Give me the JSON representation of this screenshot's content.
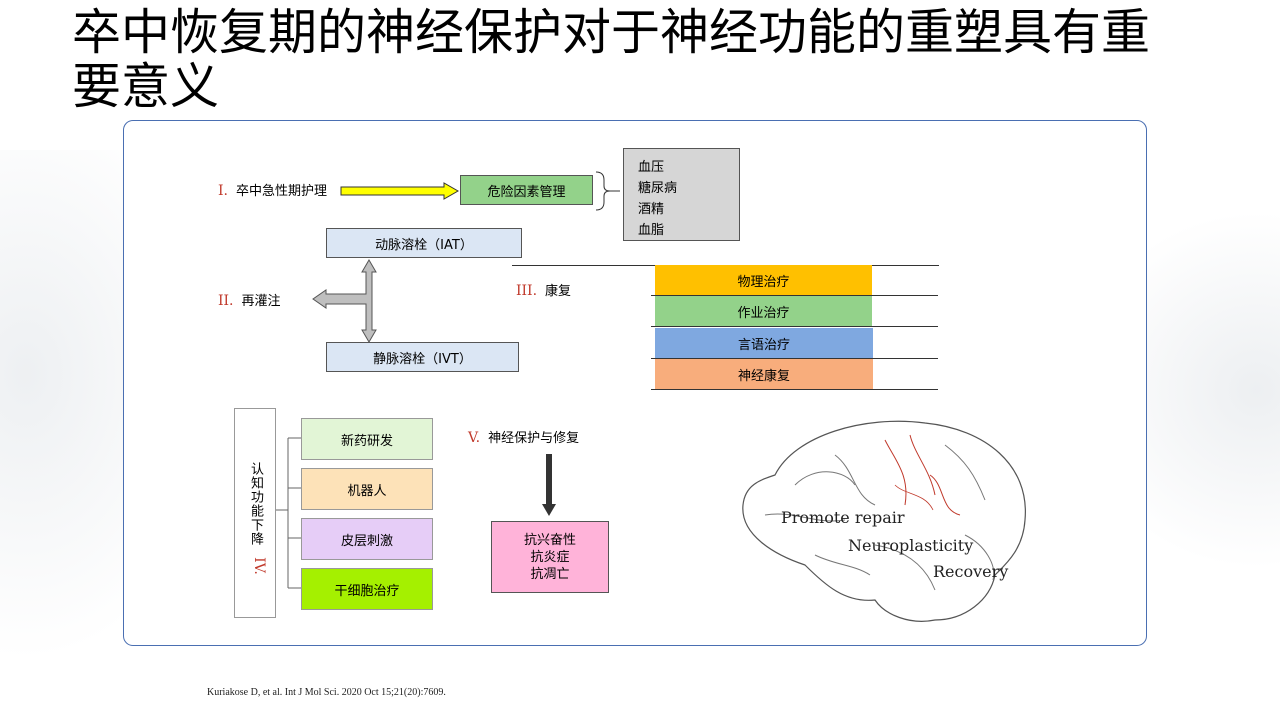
{
  "slide": {
    "title": "卒中恢复期的神经保护对于神经功能的重塑具有重要意义",
    "citation": "Kuriakose D, et al. Int J Mol Sci. 2020 Oct 15;21(20):7609."
  },
  "section1": {
    "roman": "I.",
    "label": "卒中急性期护理",
    "target": "危险因素管理",
    "target_color": "#93d28a",
    "risk_factors": [
      "血压",
      "糖尿病",
      "酒精",
      "血脂"
    ]
  },
  "section2": {
    "roman": "II.",
    "label": "再灌注",
    "top_box": "动脉溶栓（IAT）",
    "bottom_box": "静脉溶栓（IVT）",
    "box_color": "#dbe6f4"
  },
  "section3": {
    "roman": "III.",
    "label": "康复",
    "therapies": [
      {
        "label": "物理治疗",
        "color": "#ffc000"
      },
      {
        "label": "作业治疗",
        "color": "#93d28a"
      },
      {
        "label": "言语治疗",
        "color": "#7fa8e0"
      },
      {
        "label": "神经康复",
        "color": "#f8ad7c"
      }
    ]
  },
  "section4": {
    "roman": "IV.",
    "label": "认知功能下降",
    "items": [
      {
        "label": "新药研发",
        "color": "#e2f5d6"
      },
      {
        "label": "机器人",
        "color": "#fde2b8"
      },
      {
        "label": "皮层刺激",
        "color": "#e6cdf7"
      },
      {
        "label": "干细胞治疗",
        "color": "#a5f000"
      }
    ]
  },
  "section5": {
    "roman": "V.",
    "label": "神经保护与修复",
    "result_lines": [
      "抗兴奋性",
      "抗炎症",
      "抗凋亡"
    ],
    "result_color": "#ffb3d9"
  },
  "brain": {
    "labels": [
      "Promote repair",
      "Neuroplasticity",
      "Recovery"
    ]
  }
}
